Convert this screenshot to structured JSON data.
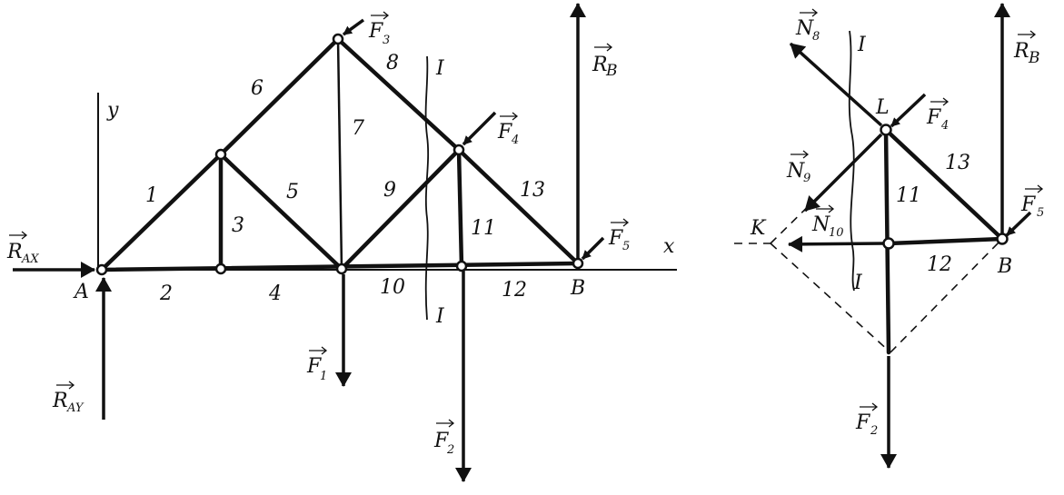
{
  "left_truss": {
    "axis_labels": {
      "x": "x",
      "y": "y"
    },
    "point_labels": {
      "A": "A",
      "B": "B"
    },
    "member_numbers": [
      "1",
      "2",
      "3",
      "4",
      "5",
      "6",
      "7",
      "8",
      "9",
      "10",
      "11",
      "12",
      "13"
    ],
    "section_label": "I",
    "forces": {
      "RAX": {
        "letter": "R",
        "sub": "AX"
      },
      "RAY": {
        "letter": "R",
        "sub": "AY"
      },
      "RB": {
        "letter": "R",
        "sub": "B"
      },
      "F1": {
        "letter": "F",
        "sub": "1"
      },
      "F2": {
        "letter": "F",
        "sub": "2"
      },
      "F3": {
        "letter": "F",
        "sub": "3"
      },
      "F4": {
        "letter": "F",
        "sub": "4"
      },
      "F5": {
        "letter": "F",
        "sub": "5"
      }
    }
  },
  "right_truss": {
    "point_labels": {
      "K": "K",
      "L": "L",
      "B": "B"
    },
    "member_numbers": [
      "11",
      "12",
      "13"
    ],
    "section_label": "I",
    "forces": {
      "N8": {
        "letter": "N",
        "sub": "8"
      },
      "N9": {
        "letter": "N",
        "sub": "9"
      },
      "N10": {
        "letter": "N",
        "sub": "10"
      },
      "F4": {
        "letter": "F",
        "sub": "4"
      },
      "F5": {
        "letter": "F",
        "sub": "5"
      },
      "F2": {
        "letter": "F",
        "sub": "2"
      },
      "RB": {
        "letter": "R",
        "sub": "B"
      }
    }
  }
}
